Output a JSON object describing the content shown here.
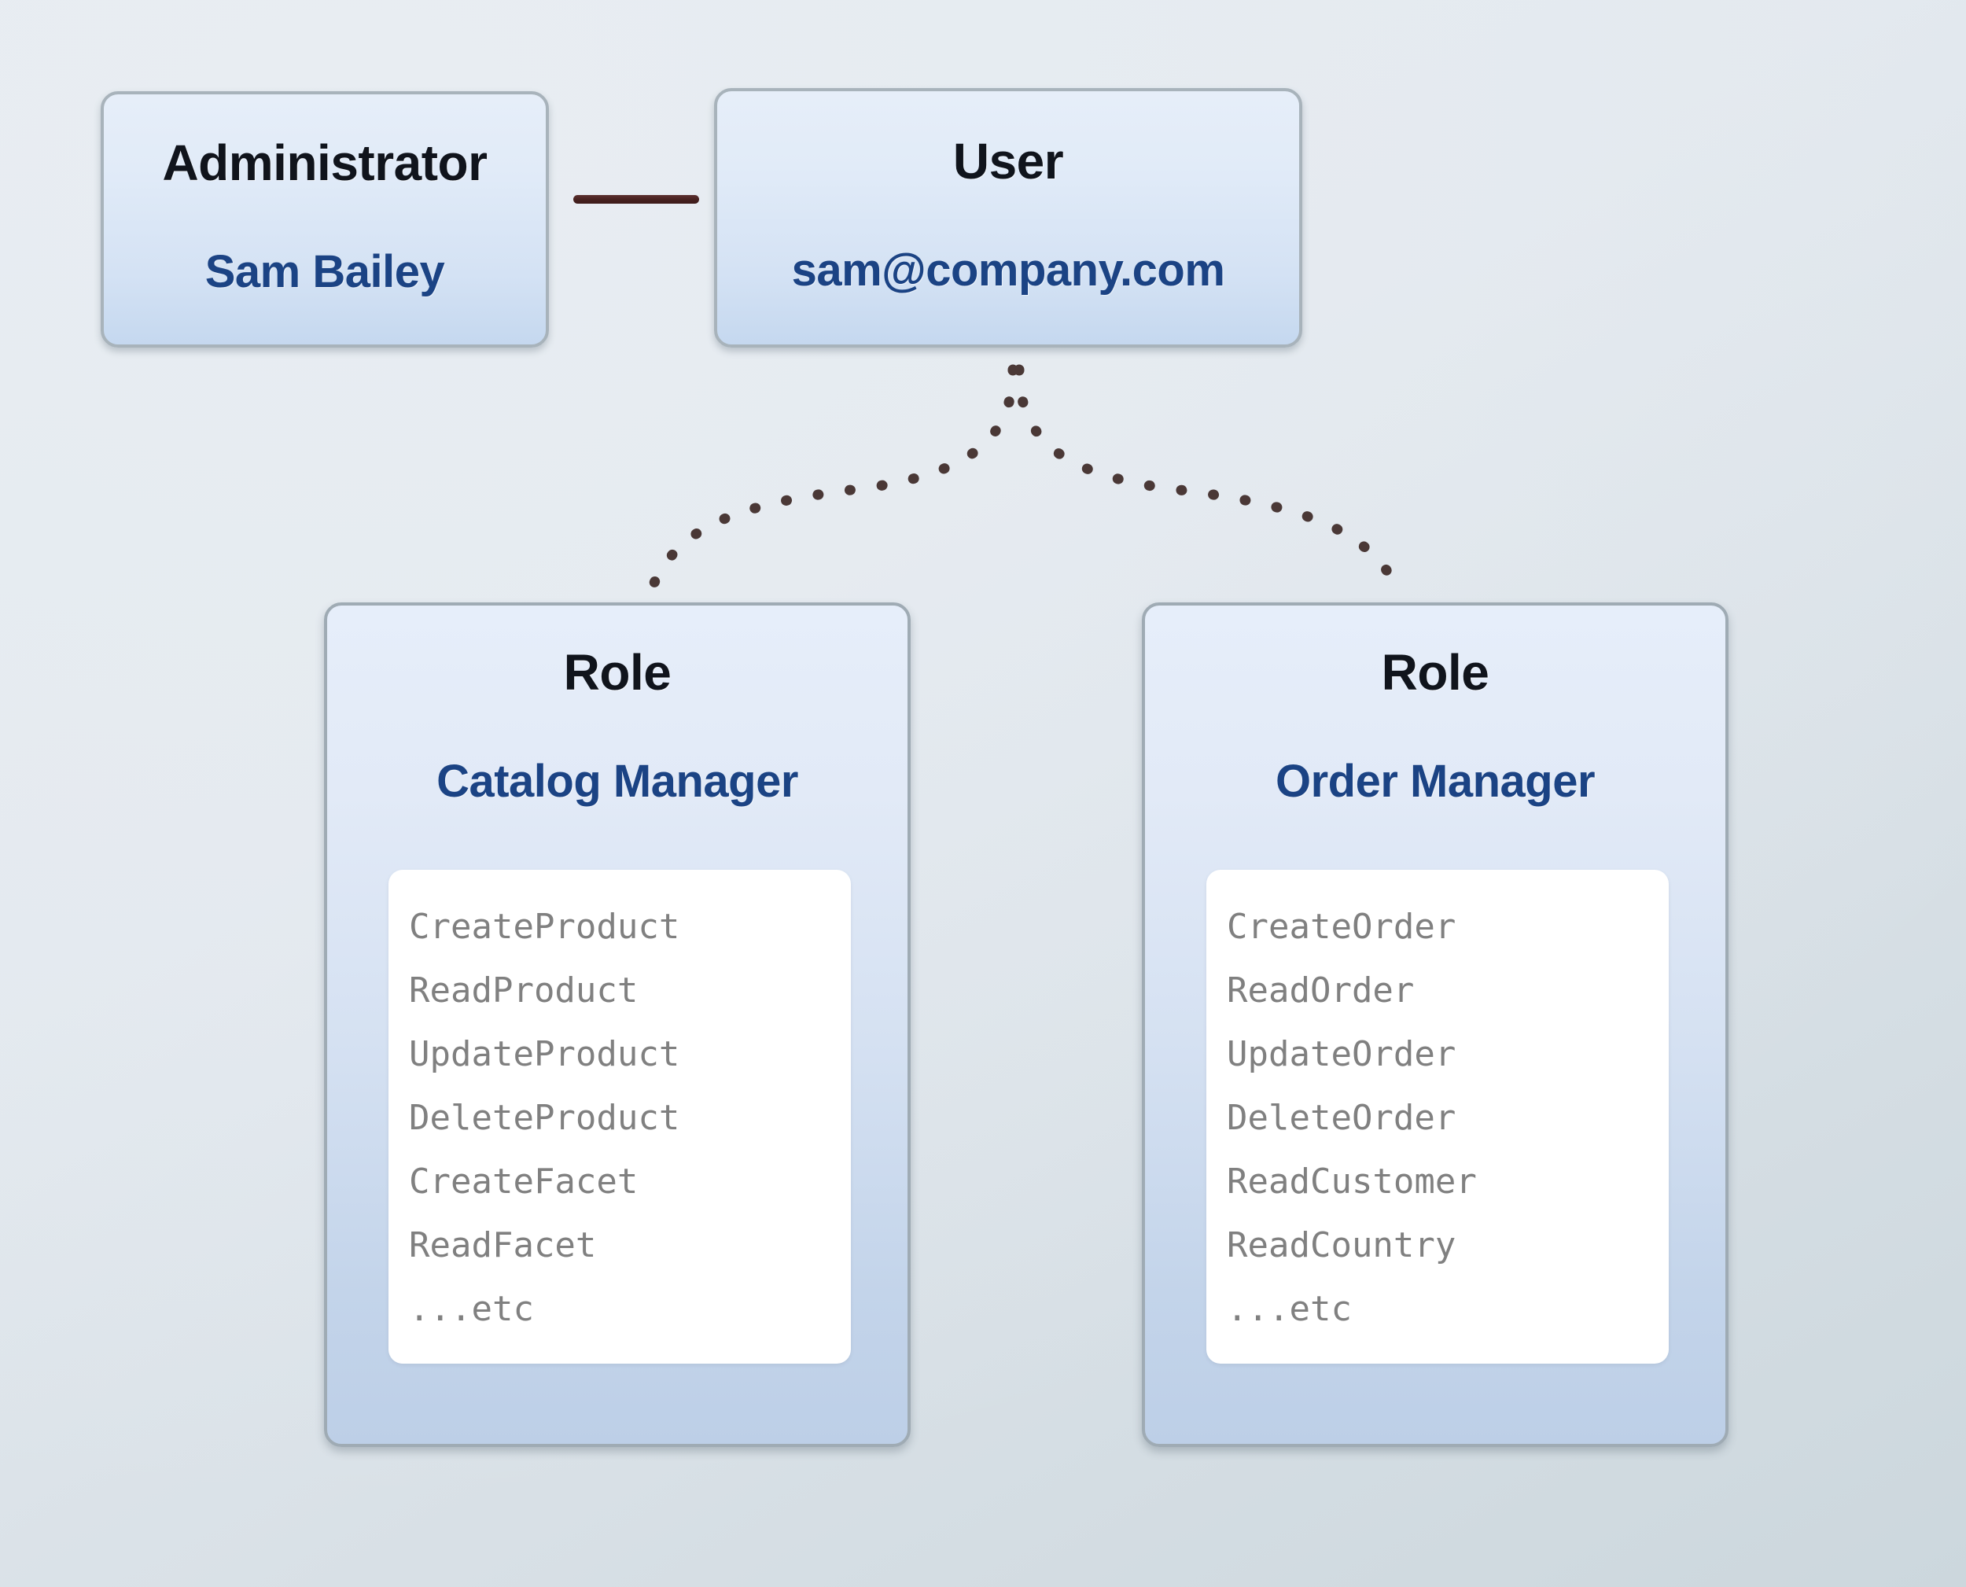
{
  "diagram": {
    "nodes": {
      "administrator": {
        "type_label": "Administrator",
        "name": "Sam Bailey"
      },
      "user": {
        "type_label": "User",
        "name": "sam@company.com"
      },
      "role_catalog": {
        "type_label": "Role",
        "name": "Catalog Manager",
        "permissions": [
          "CreateProduct",
          "ReadProduct",
          "UpdateProduct",
          "DeleteProduct",
          "CreateFacet",
          "ReadFacet",
          "...etc"
        ]
      },
      "role_order": {
        "type_label": "Role",
        "name": "Order Manager",
        "permissions": [
          "CreateOrder",
          "ReadOrder",
          "UpdateOrder",
          "DeleteOrder",
          "ReadCustomer",
          "ReadCountry",
          "...etc"
        ]
      }
    },
    "edges": {
      "admin_to_user": {
        "style": "solid",
        "color": "#45201f"
      },
      "user_to_roles": {
        "style": "dotted",
        "color": "#4a3836"
      }
    },
    "colors": {
      "node_fill_top": "#e6eef9",
      "node_fill_bottom": "#c5d8ef",
      "node_border": "#a8b3bb",
      "title_text": "#10141c",
      "name_text": "#1b4384",
      "permission_text": "#808080",
      "permission_panel": "#ffffff",
      "background_top": "#e5ebf0",
      "background_bottom": "#ccd7dd"
    }
  }
}
